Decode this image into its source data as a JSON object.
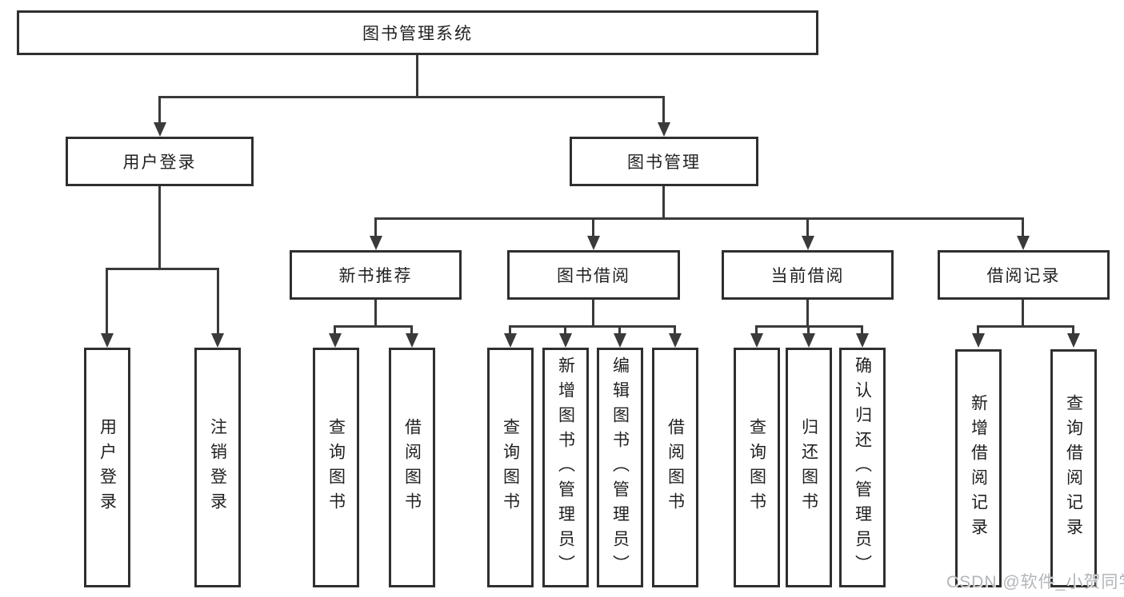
{
  "diagram": {
    "title": "图书管理系统",
    "nodes": {
      "root": "图书管理系统",
      "user_login": "用户登录",
      "book_mgmt": "图书管理",
      "new_books": "新书推荐",
      "book_borrow": "图书借阅",
      "current_borrow": "当前借阅",
      "borrow_records": "借阅记录"
    },
    "leaves": {
      "user_login_action": "用户登录",
      "logout_action": "注销登录",
      "newbook_query": "查询图书",
      "newbook_borrow": "借阅图书",
      "borrow_query": "查询图书",
      "borrow_add": "新增图书（管理员）",
      "borrow_edit": "编辑图书（管理员）",
      "borrow_borrow": "借阅图书",
      "current_query": "查询图书",
      "current_return": "归还图书",
      "current_confirm": "确认归还（管理员）",
      "record_add": "新增借阅记录",
      "record_query": "查询借阅记录"
    },
    "colors": {
      "box_border": "#2f2f2f",
      "line": "#3a3a3a",
      "text": "#212121",
      "background": "#ffffff",
      "watermark": "#b2b6ba"
    }
  },
  "watermark": "CSDN @软件_小贺同学"
}
